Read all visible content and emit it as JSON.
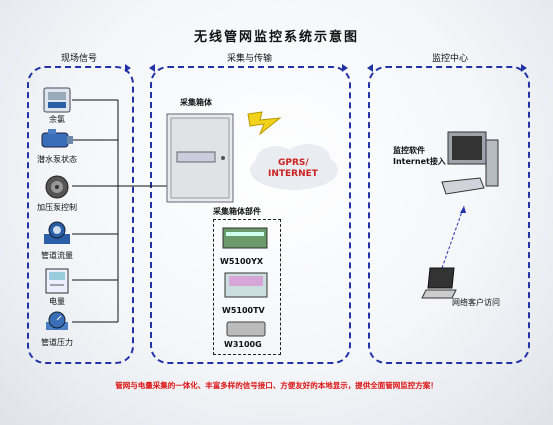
{
  "title": "无线管网监控系统示意图",
  "sections": {
    "field": "现场信号",
    "collect": "采集与传输",
    "monitor": "监控中心"
  },
  "sensors": [
    {
      "label": "余氯",
      "icon": "chlorine-analyzer-icon"
    },
    {
      "label": "潜水泵状态",
      "icon": "submersible-pump-icon"
    },
    {
      "label": "加压泵控制",
      "icon": "booster-pump-icon"
    },
    {
      "label": "管道流量",
      "icon": "flow-meter-icon"
    },
    {
      "label": "电量",
      "icon": "power-meter-icon"
    },
    {
      "label": "管道压力",
      "icon": "pressure-gauge-icon"
    }
  ],
  "collector": {
    "box_label": "采集箱体",
    "cloud_line1": "GPRS/",
    "cloud_line2": "INTERNET",
    "parts_label": "采集箱体部件",
    "parts": [
      "W5100YX",
      "W5100TV",
      "W3100G"
    ]
  },
  "monitor": {
    "software_line1": "监控软件",
    "software_line2": "Internet接入",
    "client_label": "网络客户访问"
  },
  "footer": "管网与电量采集的一体化、丰富多样的信号接口、方便友好的本地显示，提供全面管网监控方案！",
  "colors": {
    "panel_border": "#2233aa",
    "footer_text": "#d11111",
    "cloud_text": "#cc2222",
    "lightning": "#f2d21a"
  }
}
